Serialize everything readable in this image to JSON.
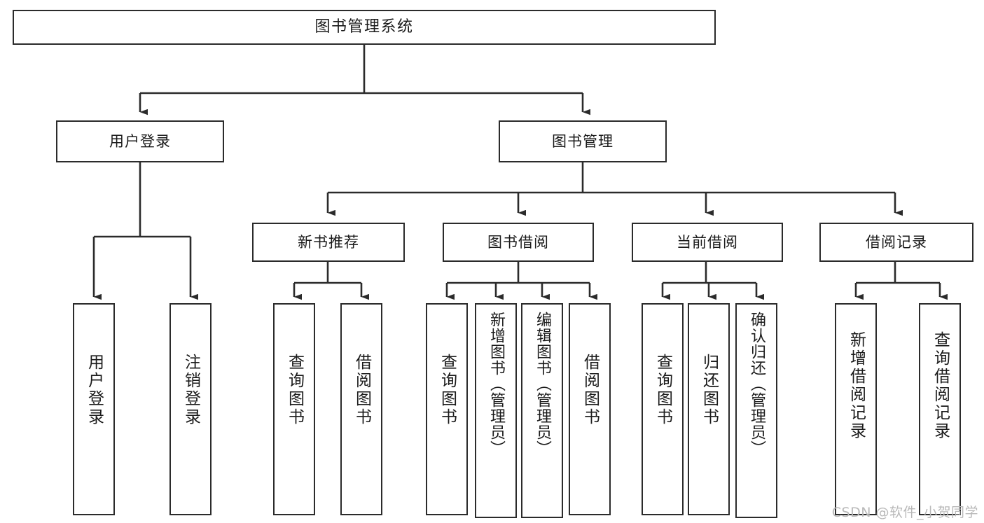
{
  "diagram": {
    "title": "图书管理系统",
    "watermark": "CSDN @软件_小贺同学",
    "line_color": "#2b2b2b",
    "box_fill": "#ffffff",
    "text_color": "#1b1b1b",
    "watermark_color": "#b9b9b9"
  },
  "nodes": {
    "root": {
      "label": "图书管理系统"
    },
    "level1": [
      {
        "id": "user-login",
        "label": "用户登录"
      },
      {
        "id": "book-manage",
        "label": "图书管理"
      }
    ],
    "level2": [
      {
        "id": "new-book-recommend",
        "label": "新书推荐"
      },
      {
        "id": "book-borrow",
        "label": "图书借阅"
      },
      {
        "id": "current-borrow",
        "label": "当前借阅"
      },
      {
        "id": "borrow-record",
        "label": "借阅记录"
      }
    ],
    "leaves": {
      "user_login": [
        {
          "id": "leaf-user-login",
          "label": "用户登录"
        },
        {
          "id": "leaf-logout-login",
          "label": "注销登录"
        }
      ],
      "new_book_recommend": [
        {
          "id": "leaf-query-book-1",
          "label": "查询图书"
        },
        {
          "id": "leaf-borrow-book-1",
          "label": "借阅图书"
        }
      ],
      "book_borrow": [
        {
          "id": "leaf-query-book-2",
          "label": "查询图书"
        },
        {
          "id": "leaf-add-book",
          "label": "新增图书（管理员）"
        },
        {
          "id": "leaf-edit-book",
          "label": "编辑图书（管理员）"
        },
        {
          "id": "leaf-borrow-book-2",
          "label": "借阅图书"
        }
      ],
      "current_borrow": [
        {
          "id": "leaf-query-book-3",
          "label": "查询图书"
        },
        {
          "id": "leaf-return-book",
          "label": "归还图书"
        },
        {
          "id": "leaf-confirm-return",
          "label": "确认归还（管理员）"
        }
      ],
      "borrow_record": [
        {
          "id": "leaf-add-record",
          "label": "新增借阅记录"
        },
        {
          "id": "leaf-query-record",
          "label": "查询借阅记录"
        }
      ]
    }
  }
}
